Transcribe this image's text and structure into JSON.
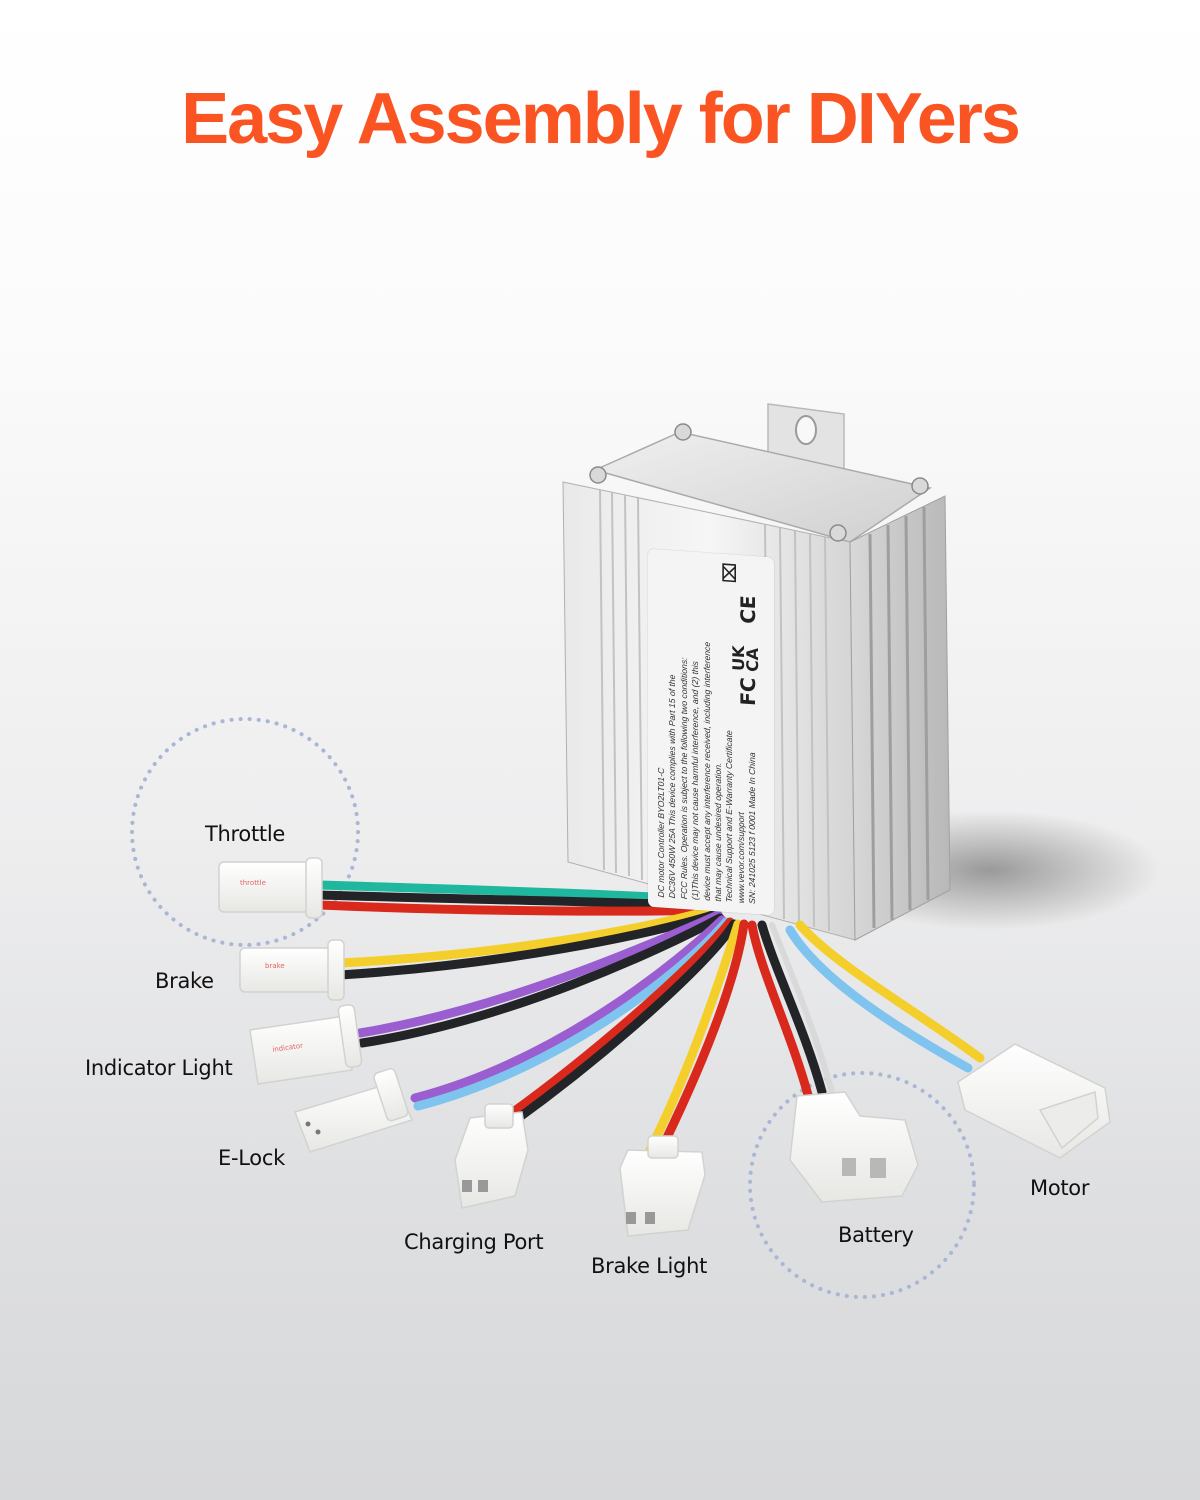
{
  "header": {
    "title": "Easy Assembly for DIYers",
    "title_color": "#fb5423"
  },
  "product": {
    "name": "DC motor Controller",
    "label": {
      "lines": [
        "DC motor Controller      BYO2LT01-C",
        "DC36V   450W   25A    This device complies with Part 15 of the",
        "FCC Rules. Operation is subject to the following two conditions:",
        "(1)This device may not cause harmful interference, and (2) this",
        "device must accept any interference received, including interference",
        "that may cause undesired operation.",
        "Technical Support and E-Warranty Certificate",
        "www.vevor.com/support",
        "SN: 241025  5123  f  0001          Made In China"
      ],
      "marks": [
        "FC",
        "UK CA",
        "CE",
        "weee-bin-icon"
      ]
    }
  },
  "connectors": [
    {
      "id": "throttle",
      "label": "Throttle",
      "wires": [
        "#1fb89f",
        "#222428",
        "#d8291c"
      ],
      "highlighted": true
    },
    {
      "id": "brake",
      "label": "Brake",
      "wires": [
        "#f4cf2c",
        "#222428"
      ],
      "highlighted": false
    },
    {
      "id": "indicator-light",
      "label": "Indicator Light",
      "wires": [
        "#9a5ed0",
        "#222428"
      ],
      "highlighted": false
    },
    {
      "id": "e-lock",
      "label": "E-Lock",
      "wires": [
        "#9a5ed0",
        "#7fc4ee"
      ],
      "highlighted": false
    },
    {
      "id": "charging-port",
      "label": "Charging Port",
      "wires": [
        "#d8291c",
        "#222428"
      ],
      "highlighted": false
    },
    {
      "id": "brake-light",
      "label": "Brake Light",
      "wires": [
        "#f4cf2c",
        "#d8291c"
      ],
      "highlighted": false
    },
    {
      "id": "battery",
      "label": "Battery",
      "wires": [
        "#d8291c",
        "#222428"
      ],
      "highlighted": true
    },
    {
      "id": "motor",
      "label": "Motor",
      "wires": [
        "#7fc4ee",
        "#f4cf2c"
      ],
      "highlighted": false
    }
  ],
  "colors": {
    "highlight_dots": "#a9b6d4",
    "connector_body": "#f7f7f5",
    "aluminum": "#dcdcdc"
  }
}
